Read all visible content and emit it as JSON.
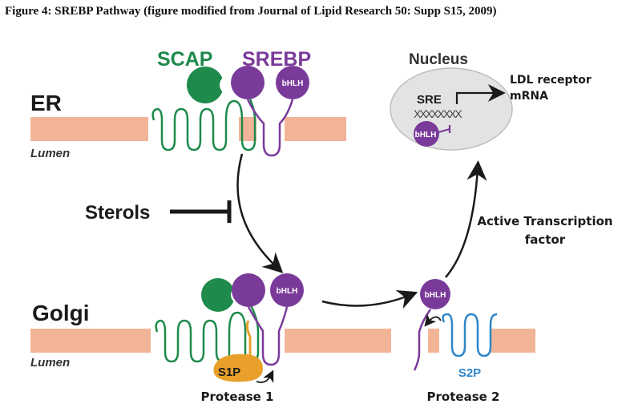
{
  "figure": {
    "caption": "Figure 4: SREBP Pathway (figure modified from Journal of Lipid Research 50: Supp S15, 2009)"
  },
  "labels": {
    "scap": "SCAP",
    "srebp": "SREBP",
    "er": "ER",
    "er_lumen": "Lumen",
    "golgi": "Golgi",
    "golgi_lumen": "Lumen",
    "sterols": "Sterols",
    "nucleus": "Nucleus",
    "sre": "SRE",
    "dna": "XXXXXXXX",
    "ldl_receptor_line1": "LDL receptor",
    "ldl_receptor_line2": "mRNA",
    "active_tf_line1": "Active Transcription",
    "active_tf_line2": "factor",
    "bhlh": "bHLH",
    "s1p": "S1P",
    "s2p": "S2P",
    "protease1": "Protease 1",
    "protease2": "Protease 2"
  },
  "colors": {
    "scap_green": "#1e8a4c",
    "srebp_purple": "#7a3a9a",
    "membrane": "#f2b497",
    "s1p_orange": "#e8a02a",
    "s2p_blue": "#2f86c8",
    "nucleus_fill": "#e3e3e3",
    "arrow": "#1a1a1a"
  }
}
